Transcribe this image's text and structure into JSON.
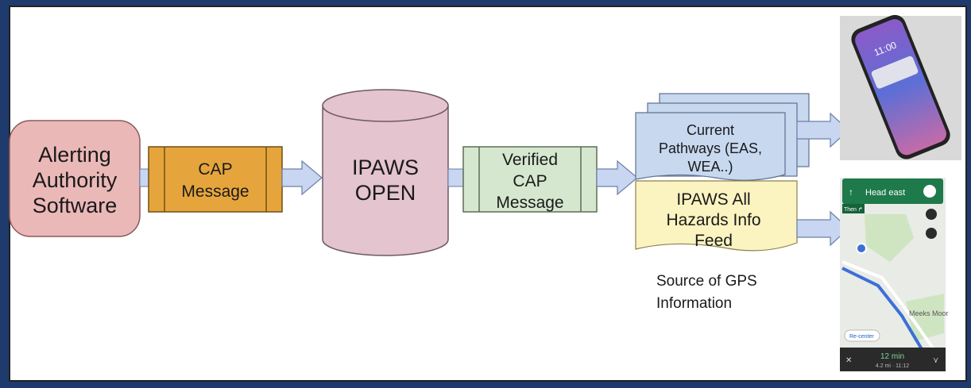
{
  "diagram": {
    "alerting_authority": [
      "Alerting",
      "Authority",
      "Software"
    ],
    "cap_message": [
      "CAP",
      "Message"
    ],
    "ipaws_open": [
      "IPAWS",
      "OPEN"
    ],
    "verified_cap": [
      "Verified",
      "CAP",
      "Message"
    ],
    "current_pathways": [
      "Current",
      "Pathways (EAS,",
      "WEA..)"
    ],
    "all_hazards": [
      "IPAWS All",
      "Hazards Info",
      "Feed"
    ],
    "gps_note": [
      "Source of GPS",
      "Information"
    ]
  },
  "phone": {
    "time": "11:00"
  },
  "map_screen": {
    "direction": "Head east",
    "sub_direction": "Then ↱",
    "recenter": "Re-center",
    "eta": "12 min",
    "eta_detail": "4.2 mi · 11:12",
    "place_label": "Meeks\nMoor"
  },
  "colors": {
    "frame_bg": "#1f3b6e",
    "canvas": "#ffffff",
    "alerting_fill": "#ebb8b8",
    "cap_fill": "#e6a53c",
    "ipaws_fill": "#e3c4cf",
    "verified_fill": "#d5e7cf",
    "pathways_fill": "#c7d8ef",
    "feed_fill": "#fbf3c0",
    "arrow_fill": "#c8d6f1",
    "arrow_stroke": "#6b7fa8"
  }
}
